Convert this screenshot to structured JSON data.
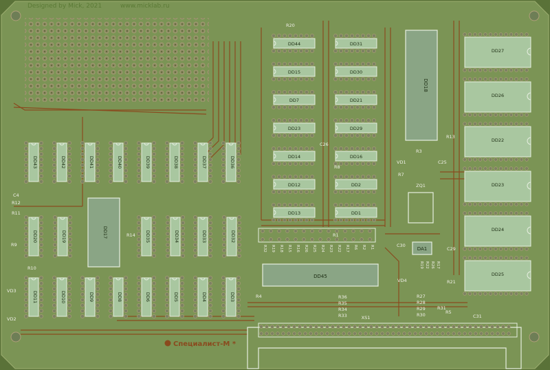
{
  "header": {
    "designer": "Designed by Mick, 2021",
    "url": "www.micklab.ru"
  },
  "board_title": "Специалист-М *",
  "colors": {
    "board": "#7b9455",
    "board_edge": "#5a7238",
    "trace": "#8a4a1e",
    "pad": "#7c8262",
    "chip": "#a9c7a0",
    "chip_outline": "#e6eee0",
    "silk": "#f0f0e8"
  },
  "chips_top_mid": [
    {
      "label": "DD44"
    },
    {
      "label": "DD31"
    },
    {
      "label": "DD15"
    },
    {
      "label": "DD30"
    },
    {
      "label": "DD7"
    },
    {
      "label": "DD21"
    },
    {
      "label": "DD23"
    },
    {
      "label": "DD29"
    },
    {
      "label": "DD14"
    },
    {
      "label": "DD16"
    },
    {
      "label": "DD12"
    },
    {
      "label": "DD2"
    },
    {
      "label": "DD13"
    },
    {
      "label": "DD1"
    }
  ],
  "chips_right": [
    {
      "label": "DD27"
    },
    {
      "label": "DD26"
    },
    {
      "label": "DD22"
    },
    {
      "label": "DD23"
    },
    {
      "label": "DD24"
    },
    {
      "label": "DD25"
    }
  ],
  "chips_vert_row1": [
    {
      "label": "DD43"
    },
    {
      "label": "DD42"
    },
    {
      "label": "DD41"
    },
    {
      "label": "DD40"
    },
    {
      "label": "DD39"
    },
    {
      "label": "DD38"
    },
    {
      "label": "DD37"
    },
    {
      "label": "DD36"
    }
  ],
  "chips_vert_row2": [
    {
      "label": "DD20"
    },
    {
      "label": "DD19"
    },
    {
      "label": "DD17"
    },
    {
      "label": "DD35"
    },
    {
      "label": "DD34"
    },
    {
      "label": "DD33"
    },
    {
      "label": "DD32"
    }
  ],
  "chips_vert_row3": [
    {
      "label": "DD11"
    },
    {
      "label": "DD10"
    },
    {
      "label": "DD9"
    },
    {
      "label": "DD8"
    },
    {
      "label": "DD6"
    },
    {
      "label": "DD5"
    },
    {
      "label": "DD4"
    },
    {
      "label": "DD3"
    }
  ],
  "big_chips": {
    "dd18": "DD18",
    "dd45": "DD45",
    "da1": "DA1"
  },
  "labels": {
    "c4": "C4",
    "r12": "R12",
    "r11": "R11",
    "r9": "R9",
    "r10": "R10",
    "vd3": "VD3",
    "vd2": "VD2",
    "r14": "R14",
    "r4": "R4",
    "r20": "R20",
    "c26": "C26",
    "r8": "R8",
    "r1": "R1",
    "r13": "R13",
    "r3": "R3",
    "vd1": "VD1",
    "r7": "R7",
    "c25": "C25",
    "zq1": "ZQ1",
    "c30": "C30",
    "c29": "C29",
    "vd4": "VD4",
    "r21": "R21",
    "r27": "R27",
    "r28": "R28",
    "r29": "R29",
    "r30": "R30",
    "c31": "C31",
    "r36": "R36",
    "r35": "R35",
    "r34": "R34",
    "r33": "R33",
    "xs1": "XS1",
    "r5": "R5",
    "r31": "R31"
  },
  "resistor_column": [
    "R32",
    "R19",
    "R18",
    "R15",
    "R16",
    "R26",
    "R25",
    "R24",
    "R23",
    "R22",
    "R17",
    "R6",
    "R2",
    "R1"
  ],
  "resistor_column2": [
    "R19",
    "R22",
    "R26",
    "R17"
  ]
}
